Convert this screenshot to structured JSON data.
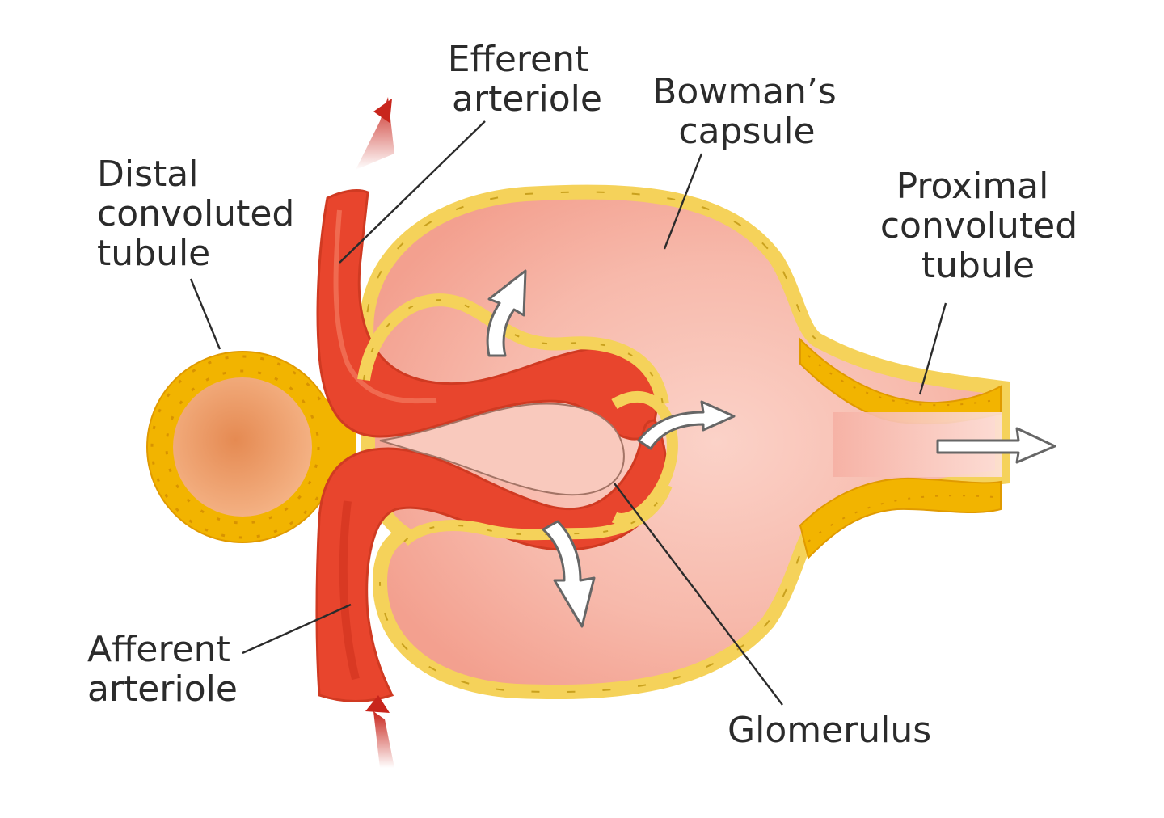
{
  "labels": {
    "efferent_line1": "Efferent",
    "efferent_line2": "arteriole",
    "bowman_line1": "Bowman’s",
    "bowman_line2": "capsule",
    "distal_line1": "Distal",
    "distal_line2": "convoluted",
    "distal_line3": "tubule",
    "proximal_line1": "Proximal",
    "proximal_line2": "convoluted",
    "proximal_line3": "tubule",
    "afferent_line1": "Afferent",
    "afferent_line2": "arteriole",
    "glomerulus": "Glomerulus"
  },
  "colors": {
    "capsule_fill": "#f6b4a8",
    "capsule_wall": "#f5d25a",
    "tubule_wall": "#f2b400",
    "arteriole": "#e8452d",
    "arteriole_dark": "#d93a22",
    "blood_arrow": "#c8251c",
    "text": "#2b2b2b"
  }
}
